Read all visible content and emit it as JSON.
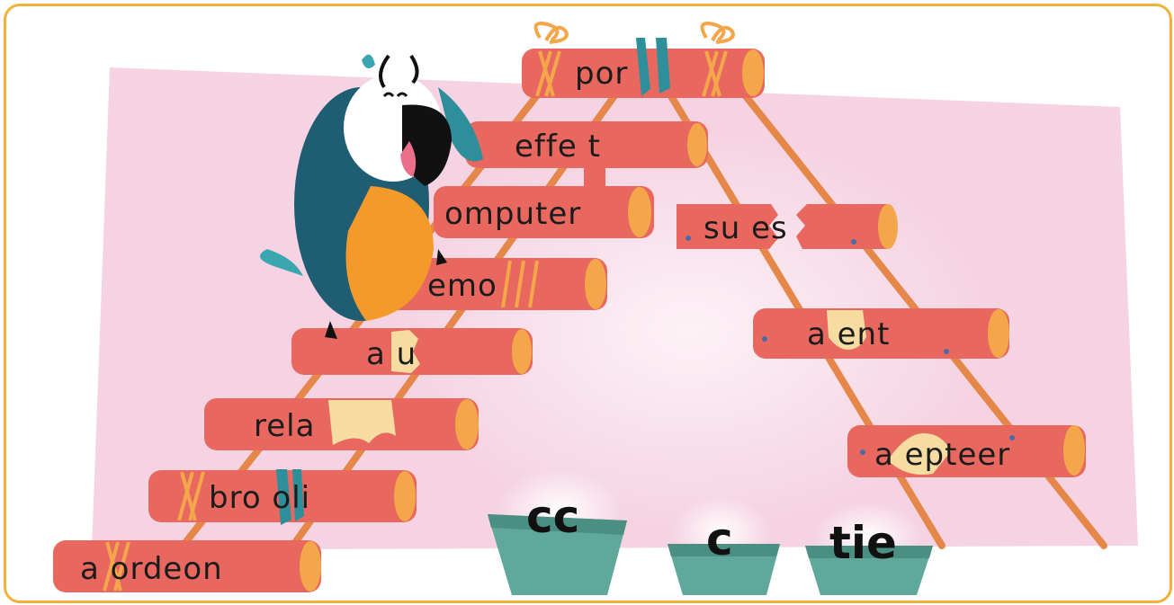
{
  "logs": [
    {
      "id": "por",
      "text": "por"
    },
    {
      "id": "effet",
      "text": "effe  t"
    },
    {
      "id": "computer",
      "text": "omputer"
    },
    {
      "id": "emo",
      "text": "emo"
    },
    {
      "id": "au",
      "text": "a    u"
    },
    {
      "id": "rela",
      "text": "rela"
    },
    {
      "id": "broli",
      "text": "bro   oli"
    },
    {
      "id": "accordeon",
      "text": "a   ordeon"
    },
    {
      "id": "succes",
      "text": "su        es"
    },
    {
      "id": "accent",
      "text": "a     ent"
    },
    {
      "id": "accepteer",
      "text": "a     epteer"
    }
  ],
  "cups": [
    {
      "id": "cc",
      "label": "cc"
    },
    {
      "id": "c",
      "label": "c"
    },
    {
      "id": "tie",
      "label": "tie"
    }
  ],
  "colors": {
    "frame": "#f2b23a",
    "background_blob": "#f6d3e2",
    "log": "#e8685f",
    "log_end": "#f3a64a",
    "ladder": "#e6874a",
    "cup": "#5fa89b"
  }
}
